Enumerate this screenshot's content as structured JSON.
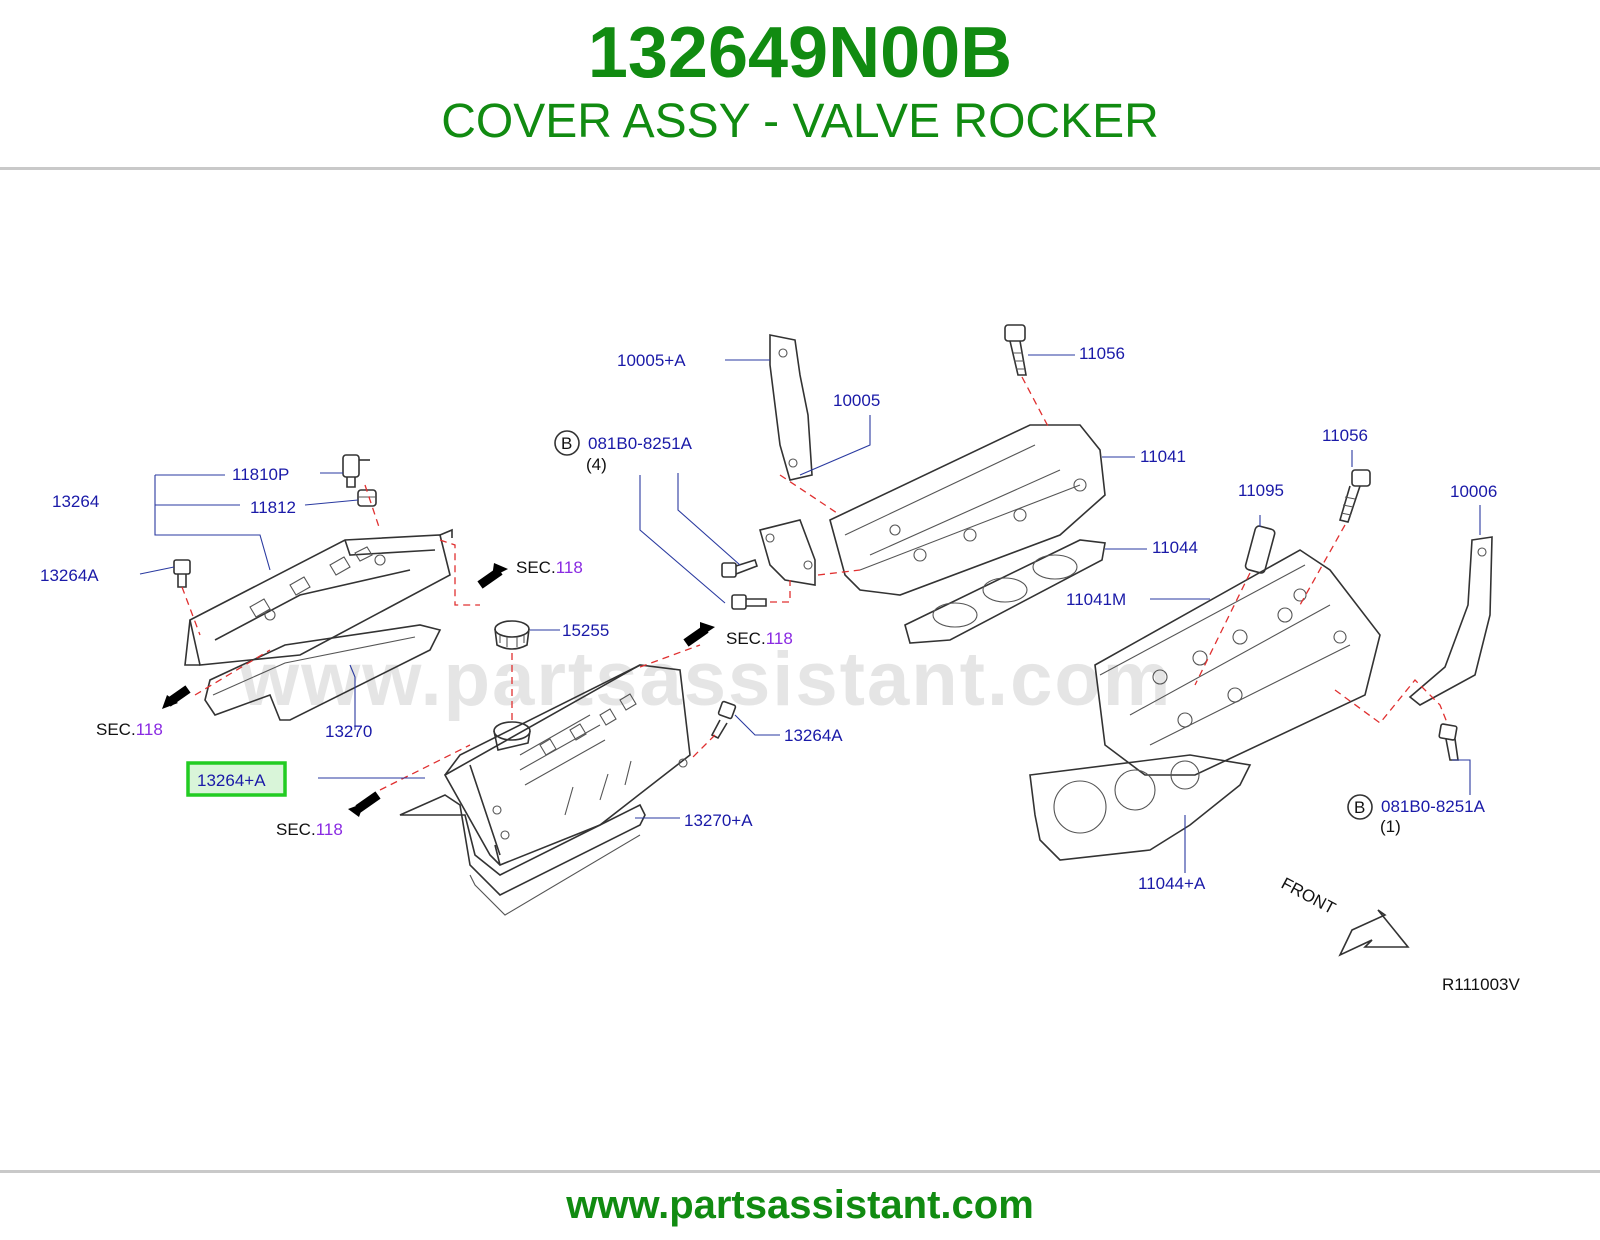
{
  "header": {
    "part_number": "132649N00B",
    "part_name": "COVER ASSY - VALVE ROCKER"
  },
  "footer": {
    "url": "www.partsassistant.com"
  },
  "watermark": "www.partsassistant.com",
  "diagram": {
    "code": "R111003V",
    "front_label": "FRONT",
    "highlighted_callout": "13264+A",
    "callouts": {
      "c_11810p": "11810P",
      "c_13264": "13264",
      "c_11812": "11812",
      "c_13264a_left": "13264A",
      "c_13270": "13270",
      "c_15255": "15255",
      "c_13264a_mid": "13264A",
      "c_13270a": "13270+A",
      "c_10005a": "10005+A",
      "c_10005": "10005",
      "c_081b0_top": "081B0-8251A",
      "c_081b0_top_qty": "(4)",
      "c_11056_top": "11056",
      "c_11041": "11041",
      "c_11044": "11044",
      "c_11041m": "11041M",
      "c_11095": "11095",
      "c_11056_right": "11056",
      "c_10006": "10006",
      "c_081b0_right": "081B0-8251A",
      "c_081b0_right_qty": "(1)",
      "c_11044a": "11044+A",
      "b_marker_top": "B",
      "b_marker_right": "B"
    },
    "sec_refs": {
      "prefix": "SEC.",
      "number": "118"
    }
  },
  "colors": {
    "brand_green": "#118b11",
    "callout_blue": "#1a1aa8",
    "sec_number_purple": "#8a2be2",
    "highlight_border": "#22cc22",
    "dashed_line_red": "#e03030"
  }
}
